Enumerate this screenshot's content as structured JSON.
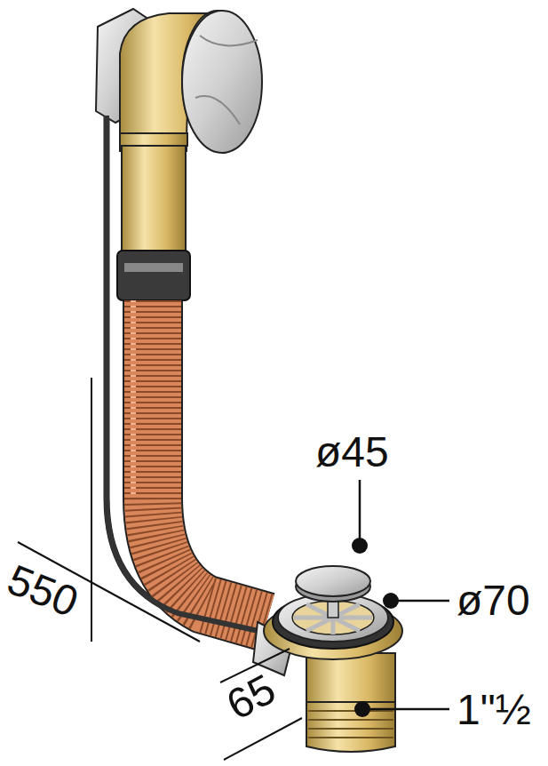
{
  "diagram": {
    "labels": [
      "550",
      "65",
      "ø45",
      "ø70",
      "1\"½"
    ]
  }
}
